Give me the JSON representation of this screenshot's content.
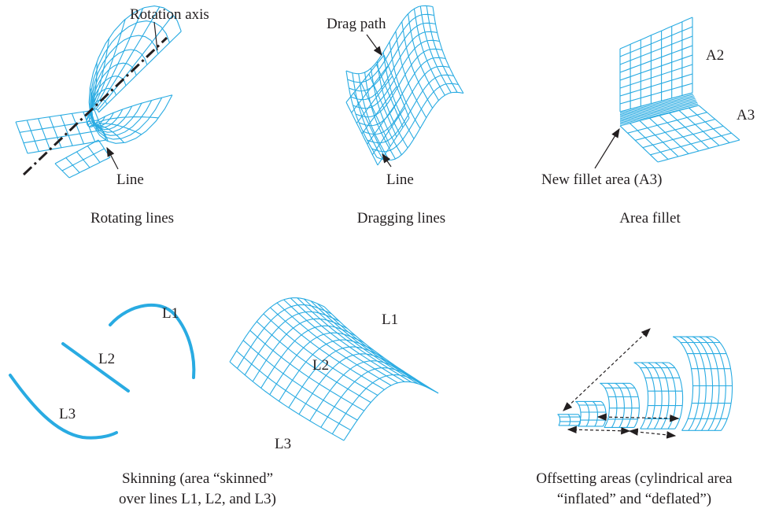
{
  "panels": {
    "rotating": {
      "caption": "Rotating lines",
      "labels": {
        "axis": "Rotation axis",
        "line": "Line"
      }
    },
    "dragging": {
      "caption": "Dragging lines",
      "labels": {
        "path": "Drag path",
        "line": "Line"
      }
    },
    "fillet": {
      "caption": "Area fillet",
      "labels": {
        "a2": "A2",
        "a3": "A3",
        "new_area": "New fillet area (A3)"
      }
    },
    "skinning": {
      "caption_line1": "Skinning (area “skinned”",
      "caption_line2": "over lines L1, L2, and L3)",
      "labels": {
        "l1": "L1",
        "l2": "L2",
        "l3": "L3",
        "l1_surface": "L1",
        "l2_surface": "L2",
        "l3_surface": "L3"
      }
    },
    "offsetting": {
      "caption_line1": "Offsetting areas (cylindrical area",
      "caption_line2": "“inflated” and “deflated”)"
    }
  },
  "colors": {
    "mesh": "#29abe2",
    "ink": "#231f20"
  }
}
